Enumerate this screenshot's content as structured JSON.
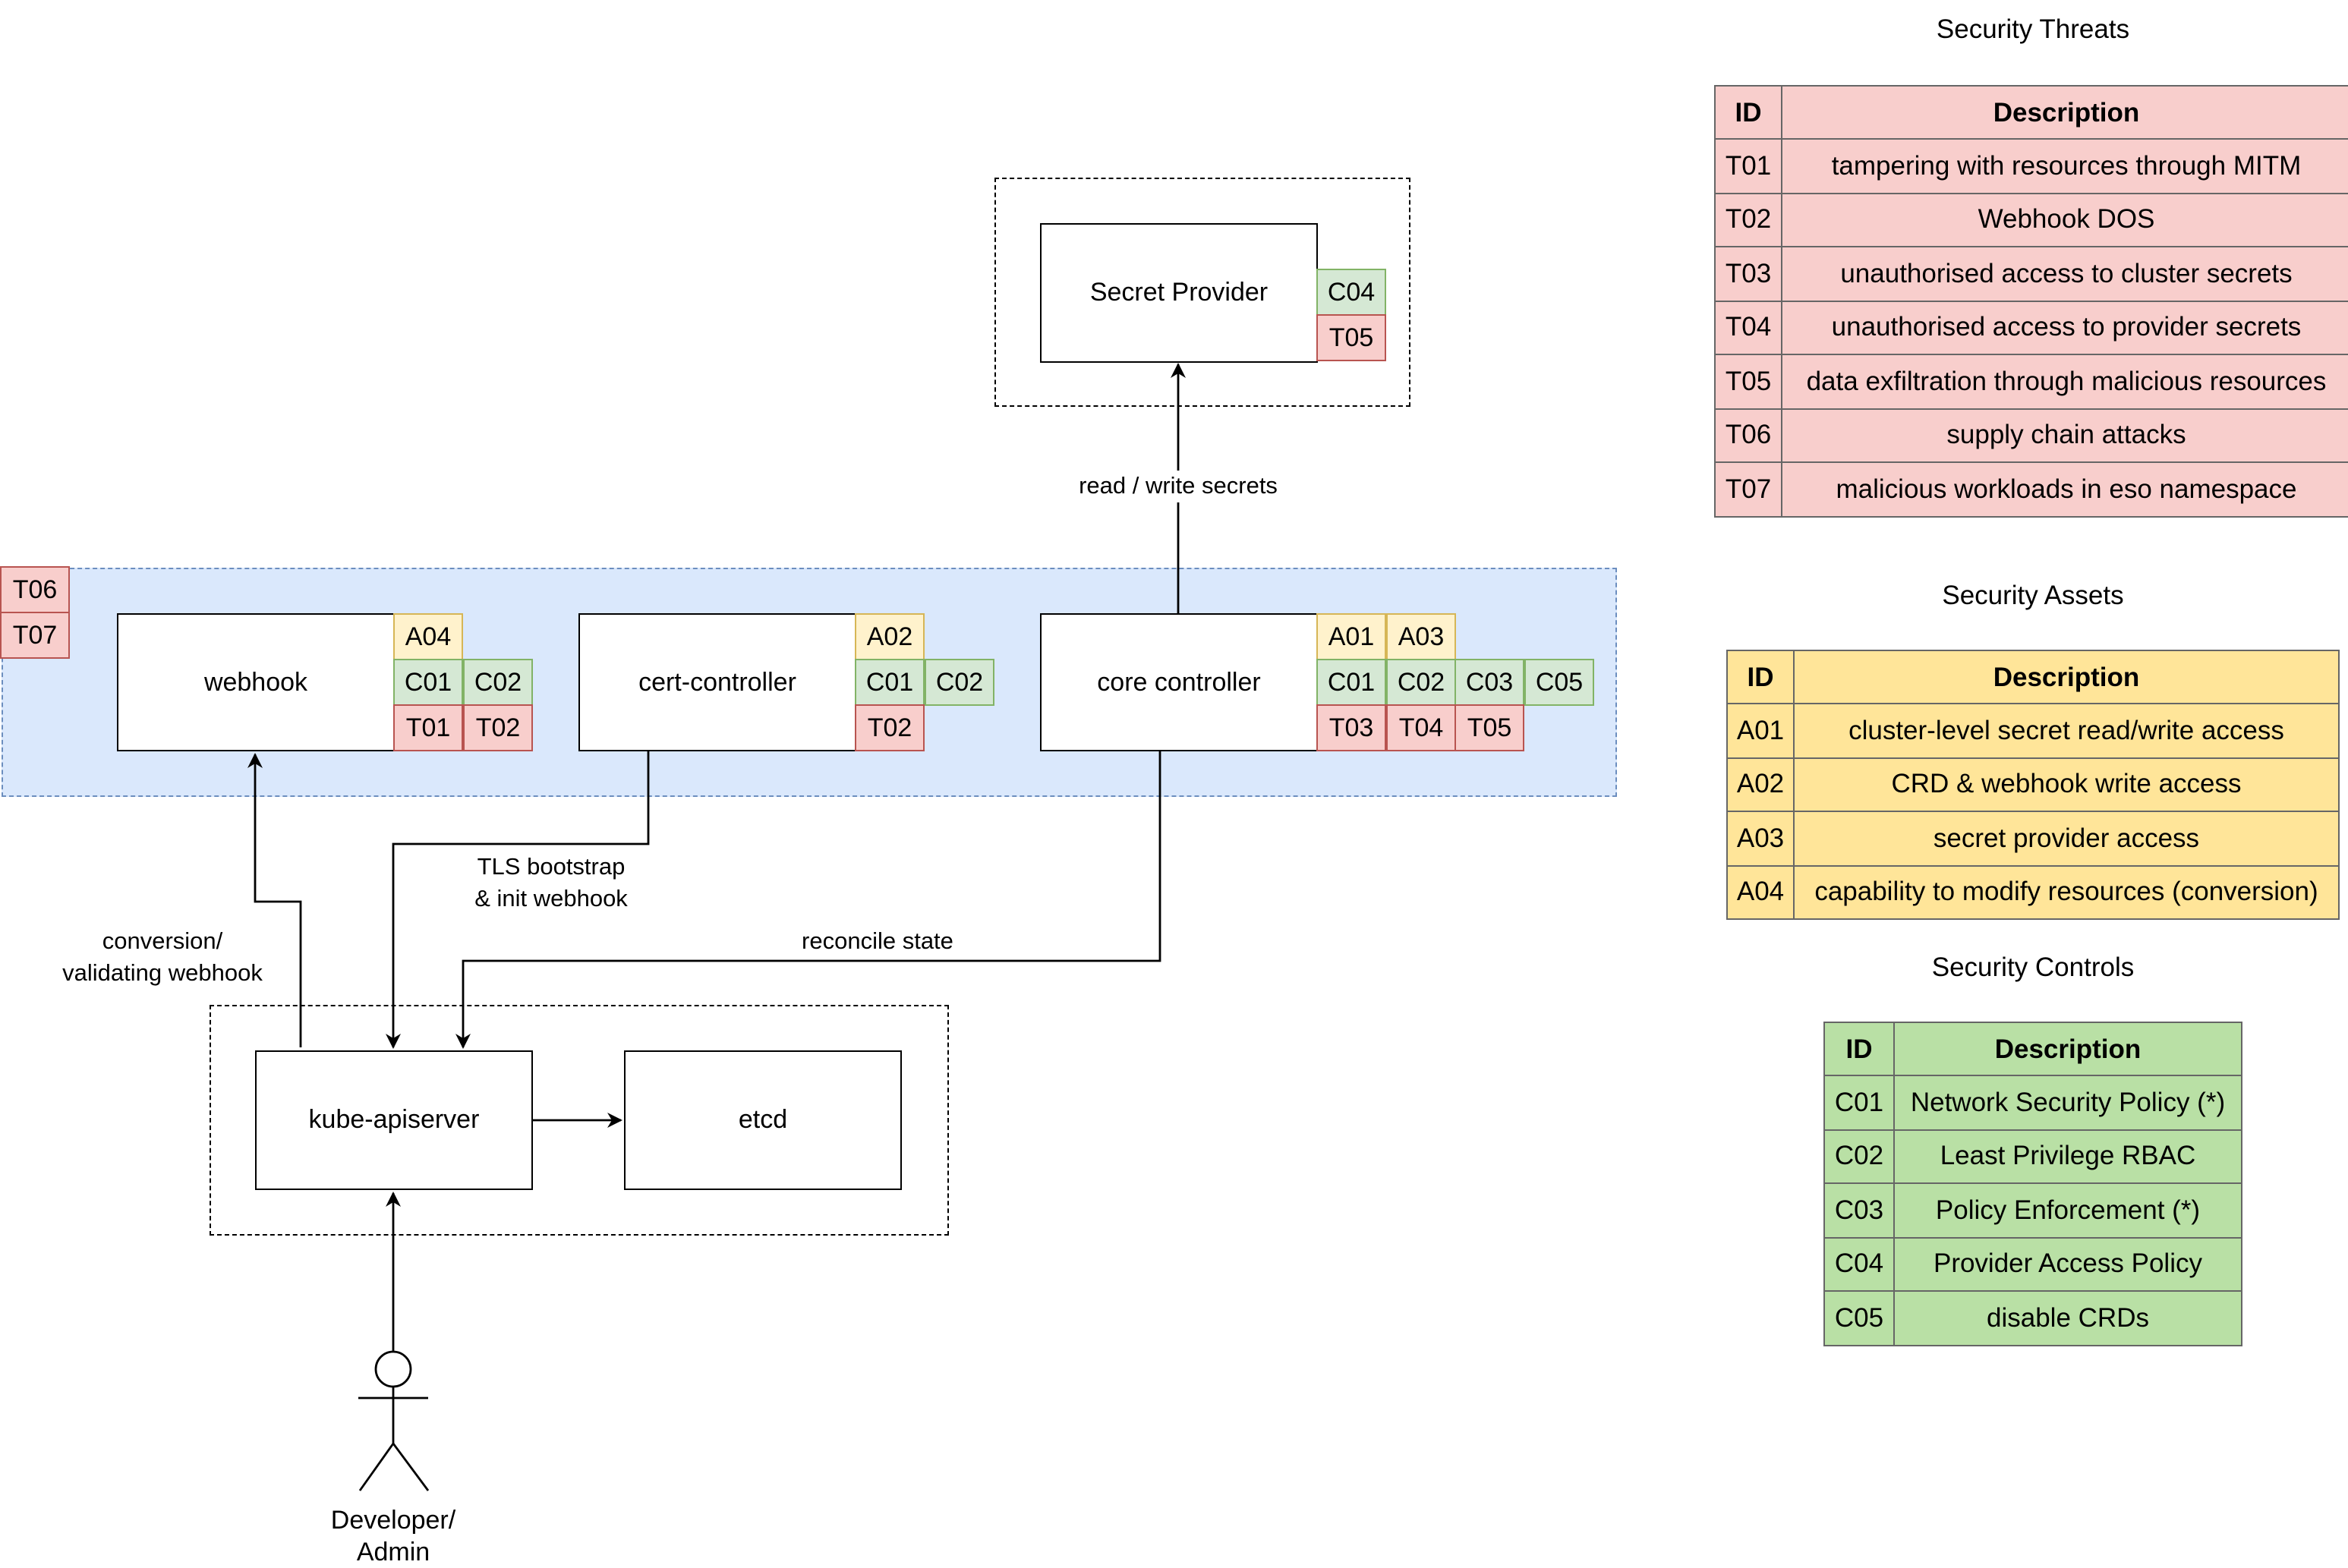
{
  "nodes": {
    "secret_provider": "Secret Provider",
    "webhook": "webhook",
    "cert_controller": "cert-controller",
    "core_controller": "core controller",
    "kube_apiserver": "kube-apiserver",
    "etcd": "etcd"
  },
  "tags": {
    "region": [
      "T06",
      "T07"
    ],
    "secret_provider": [
      "C04",
      "T05"
    ],
    "webhook": {
      "assets": [
        "A04"
      ],
      "controls": [
        "C01",
        "C02"
      ],
      "threats": [
        "T01",
        "T02"
      ]
    },
    "cert_controller": {
      "assets": [
        "A02"
      ],
      "controls": [
        "C01",
        "C02"
      ],
      "threats": [
        "T02"
      ]
    },
    "core_controller": {
      "assets": [
        "A01",
        "A03"
      ],
      "controls": [
        "C01",
        "C02",
        "C03",
        "C05"
      ],
      "threats": [
        "T03",
        "T04",
        "T05"
      ]
    }
  },
  "edge_labels": {
    "read_write_secrets": "read / write secrets",
    "tls_bootstrap_line1": "TLS bootstrap",
    "tls_bootstrap_line2": "& init webhook",
    "conversion_line1": "conversion/",
    "conversion_line2": "validating webhook",
    "reconcile_state": "reconcile state"
  },
  "actor": {
    "line1": "Developer/",
    "line2": "Admin"
  },
  "legend": {
    "threats": {
      "title": "Security Threats",
      "headers": [
        "ID",
        "Description"
      ],
      "rows": [
        [
          "T01",
          "tampering with resources through MITM"
        ],
        [
          "T02",
          "Webhook DOS"
        ],
        [
          "T03",
          "unauthorised access to cluster secrets"
        ],
        [
          "T04",
          "unauthorised access to provider secrets"
        ],
        [
          "T05",
          "data exfiltration through malicious resources"
        ],
        [
          "T06",
          "supply chain attacks"
        ],
        [
          "T07",
          "malicious workloads in eso namespace"
        ]
      ]
    },
    "assets": {
      "title": "Security Assets",
      "headers": [
        "ID",
        "Description"
      ],
      "rows": [
        [
          "A01",
          "cluster-level secret read/write access"
        ],
        [
          "A02",
          "CRD & webhook write access"
        ],
        [
          "A03",
          "secret provider access"
        ],
        [
          "A04",
          "capability to modify resources (conversion)"
        ]
      ]
    },
    "controls": {
      "title": "Security Controls",
      "headers": [
        "ID",
        "Description"
      ],
      "rows": [
        [
          "C01",
          "Network Security Policy (*)"
        ],
        [
          "C02",
          "Least Privilege RBAC"
        ],
        [
          "C03",
          "Policy Enforcement (*)"
        ],
        [
          "C04",
          "Provider Access Policy"
        ],
        [
          "C05",
          "disable CRDs"
        ]
      ]
    }
  },
  "colors": {
    "region_fill": "#dae8fc",
    "asset_tag": "#fff2cc",
    "control_tag": "#d5e8d4",
    "threat_tag": "#f8cecc",
    "threat_table": "#f8cecc",
    "asset_table": "#ffe599",
    "control_table": "#b9e0a5"
  }
}
